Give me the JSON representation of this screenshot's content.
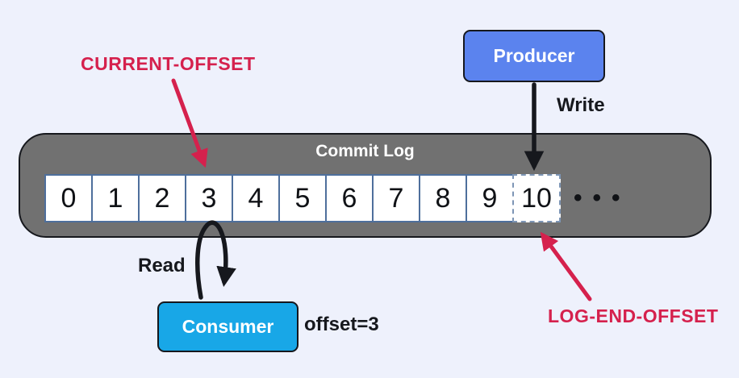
{
  "diagram_title": "Commit Log",
  "colors": {
    "background": "#eef1fc",
    "log_fill": "#717171",
    "producer_fill": "#5b83ee",
    "consumer_fill": "#18a7e7",
    "accent_red": "#d5214d",
    "cell_border": "#4e6f9c",
    "cell_dash_border": "#7d95b5",
    "outline": "#16181d",
    "text_light": "#ffffff",
    "text_dark": "#16181d"
  },
  "annotations": {
    "current_offset_label": "CURRENT-OFFSET",
    "log_end_offset_label": "LOG-END-OFFSET",
    "write_label": "Write",
    "read_label": "Read",
    "consumer_offset_label": "offset=3"
  },
  "producer": {
    "label": "Producer"
  },
  "consumer": {
    "label": "Consumer"
  },
  "commit_log": {
    "title": "Commit Log",
    "cells": [
      "0",
      "1",
      "2",
      "3",
      "4",
      "5",
      "6",
      "7",
      "8",
      "9",
      "10"
    ],
    "dashed_cell": "10",
    "current_offset_cell": "3",
    "log_end_offset_cell": "10",
    "ellipsis": "•••"
  }
}
